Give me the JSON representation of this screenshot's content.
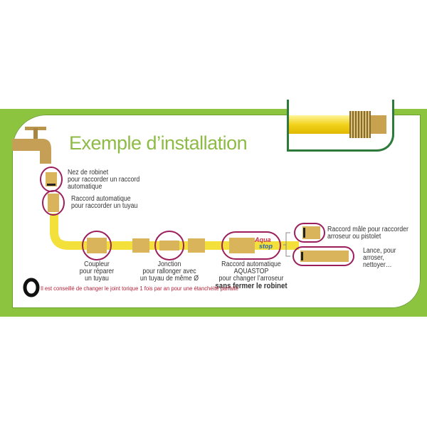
{
  "title": "Exemple d’installation",
  "items": {
    "nez": [
      "Nez de robinet",
      "pour raccorder un raccord",
      "automatique"
    ],
    "raccord": [
      "Raccord automatique",
      "pour raccorder un tuyau"
    ],
    "coupleur": [
      "Coupleur",
      "pour réparer",
      "un tuyau"
    ],
    "jonction": [
      "Jonction",
      "pour rallonger avec",
      "un tuyau de même Ø"
    ],
    "aquastop": [
      "Raccord automatique",
      "AQUASTOP",
      "pour changer l’arroseur",
      "sans fermer le robinet"
    ],
    "male": [
      "Raccord mâle pour raccorder",
      "arroseur ou pistolet"
    ],
    "lance": [
      "Lance, pour",
      "arroser,",
      "nettoyer…"
    ]
  },
  "aquastop_logo": [
    "Aqua",
    "stop"
  ],
  "note": "Il est conseillé de changer le joint torique 1 fois par an pour une étanchéité parfaite",
  "colors": {
    "green": "#8cc43f",
    "title": "#8dbb45",
    "circle": "#9b1f5c",
    "hose": "#f5e23c",
    "brass": "#d9b45a",
    "note": "#b5233b"
  }
}
